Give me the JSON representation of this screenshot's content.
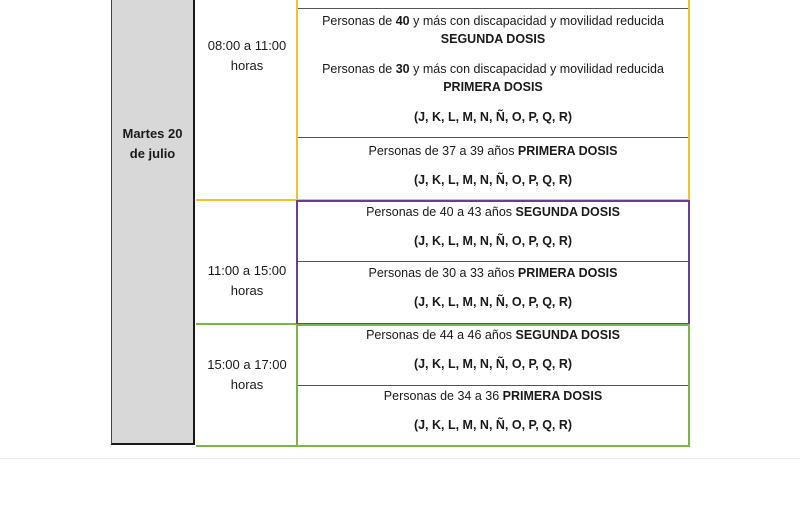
{
  "day": {
    "line1": "Martes 20",
    "line2": "de julio"
  },
  "slots": [
    {
      "time_line1": "08:00 a 11:00",
      "time_line2": "horas",
      "color": "#f2c12e"
    },
    {
      "time_line1": "11:00 a 15:00",
      "time_line2": "horas",
      "color": "#6a3d9a"
    },
    {
      "time_line1": "15:00 a 17:00",
      "time_line2": "horas",
      "color": "#7ab648"
    }
  ],
  "letters": "(J, K, L, M, N, Ñ, O, P, Q, R)",
  "rows": {
    "r1": {
      "pre": "Personas de ",
      "num": "40",
      "post": " y más con discapacidad y movilidad reducida",
      "dose": "SEGUNDA DOSIS"
    },
    "r2": {
      "pre": "Personas de ",
      "num": "30",
      "post": " y más con discapacidad y movilidad reducida",
      "dose": "PRIMERA DOSIS"
    },
    "r3": {
      "text": "Personas de 37 a 39 años ",
      "dose": "PRIMERA DOSIS"
    },
    "r4": {
      "text": "Personas de 40 a 43 años ",
      "dose": "SEGUNDA DOSIS"
    },
    "r5": {
      "text": "Personas de 30 a 33 años ",
      "dose": "PRIMERA DOSIS"
    },
    "r6": {
      "text": "Personas de 44 a 46 años ",
      "dose": "SEGUNDA DOSIS"
    },
    "r7": {
      "text": "Personas de 34 a 36 ",
      "dose": "PRIMERA DOSIS"
    }
  }
}
